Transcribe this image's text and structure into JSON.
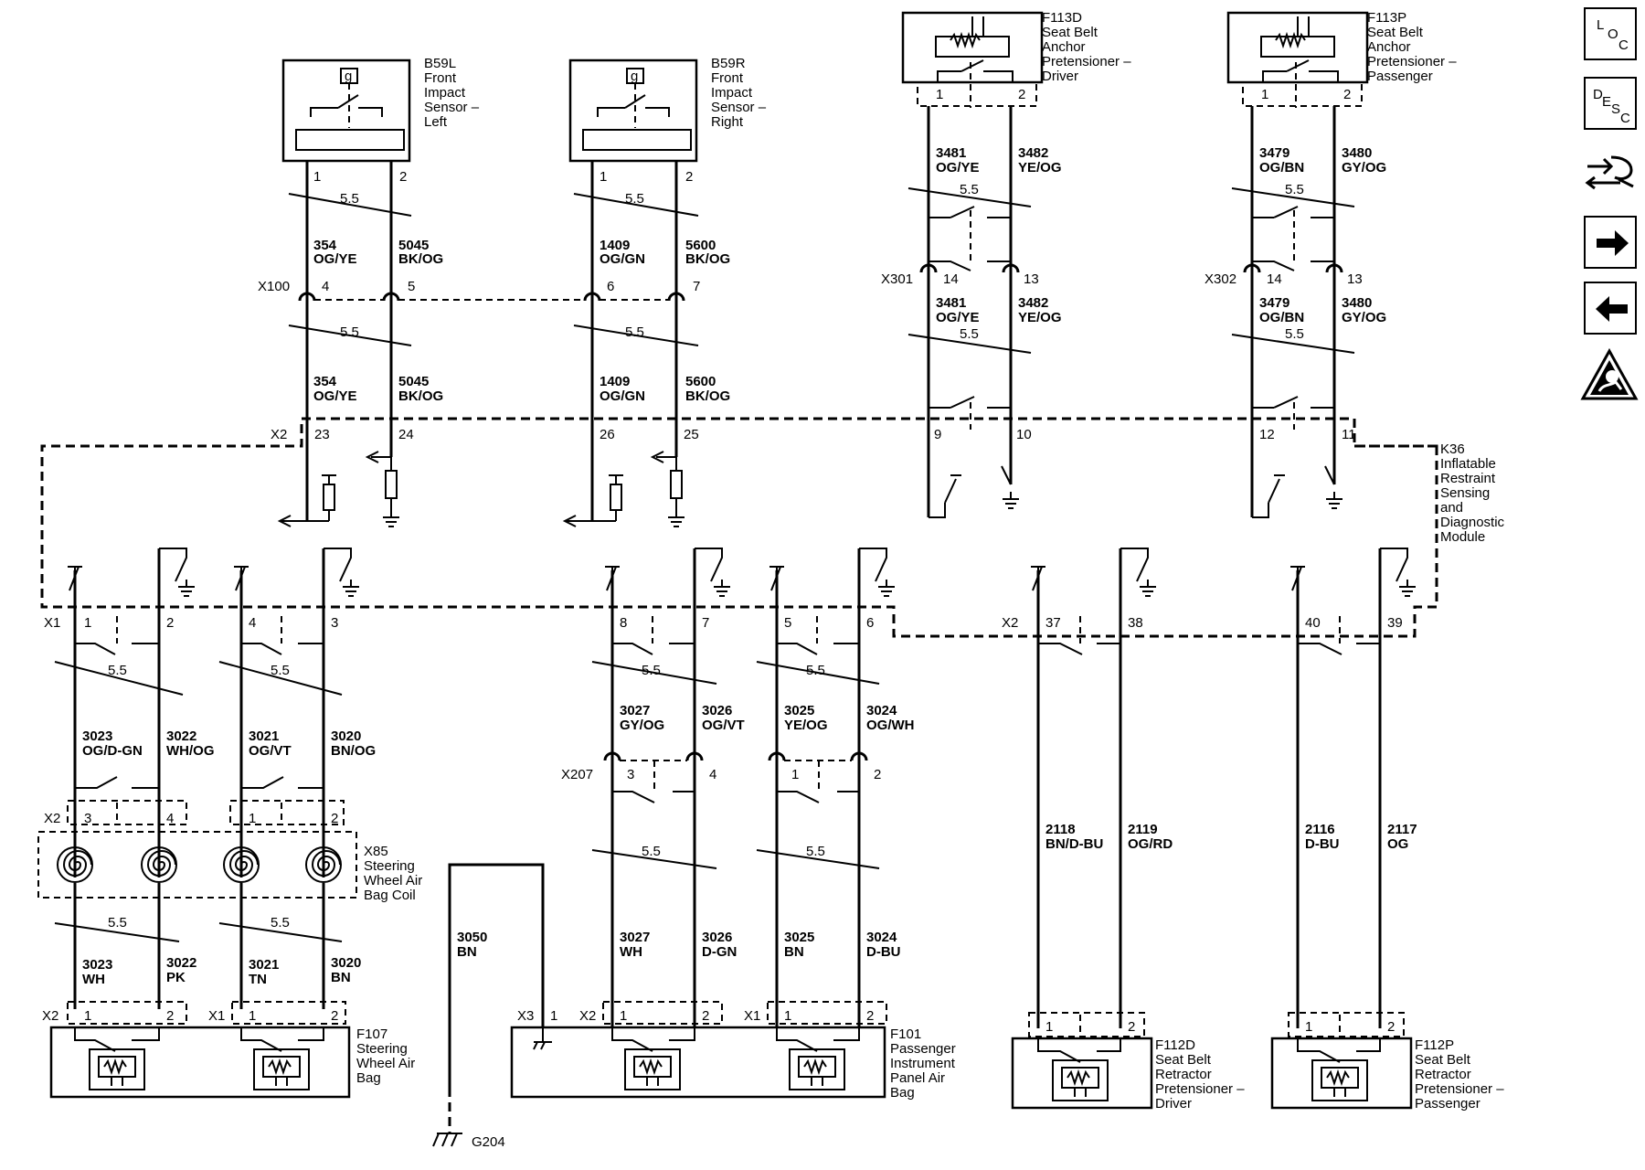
{
  "components": {
    "b59l": {
      "id": "B59L",
      "name": [
        "Front",
        "Impact",
        "Sensor –",
        "Left"
      ],
      "pins": [
        "1",
        "2"
      ]
    },
    "b59r": {
      "id": "B59R",
      "name": [
        "Front",
        "Impact",
        "Sensor –",
        "Right"
      ],
      "pins": [
        "1",
        "2"
      ]
    },
    "f113d": {
      "id": "F113D",
      "name": [
        "Seat Belt",
        "Anchor",
        "Pretensioner –",
        "Driver"
      ],
      "pins": [
        "1",
        "2"
      ]
    },
    "f113p": {
      "id": "F113P",
      "name": [
        "Seat Belt",
        "Anchor",
        "Pretensioner –",
        "Passenger"
      ],
      "pins": [
        "1",
        "2"
      ]
    },
    "k36": {
      "id": "K36",
      "name": [
        "Inflatable",
        "Restraint",
        "Sensing",
        "and",
        "Diagnostic",
        "Module"
      ]
    },
    "x85": {
      "id": "X85",
      "name": [
        "Steering",
        "Wheel Air",
        "Bag Coil"
      ]
    },
    "f107": {
      "id": "F107",
      "name": [
        "Steering",
        "Wheel Air",
        "Bag"
      ]
    },
    "f101": {
      "id": "F101",
      "name": [
        "Passenger",
        "Instrument",
        "Panel Air",
        "Bag"
      ]
    },
    "f112d": {
      "id": "F112D",
      "name": [
        "Seat Belt",
        "Retractor",
        "Pretensioner –",
        "Driver"
      ],
      "pins": [
        "1",
        "2"
      ]
    },
    "f112p": {
      "id": "F112P",
      "name": [
        "Seat Belt",
        "Retractor",
        "Pretensioner –",
        "Passenger"
      ],
      "pins": [
        "1",
        "2"
      ]
    },
    "g204": {
      "id": "G204"
    },
    "sensor_glyph": "g"
  },
  "connectors": {
    "x100": {
      "id": "X100",
      "pins": [
        "4",
        "5",
        "6",
        "7"
      ]
    },
    "x301": {
      "id": "X301",
      "pins": [
        "14",
        "13"
      ]
    },
    "x302": {
      "id": "X302",
      "pins": [
        "14",
        "13"
      ]
    },
    "k36_x2_top": {
      "id": "X2",
      "pins": [
        "23",
        "24",
        "26",
        "25",
        "9",
        "10",
        "12",
        "11"
      ]
    },
    "k36_x1": {
      "id": "X1",
      "pins": [
        "1",
        "2",
        "4",
        "3",
        "8",
        "7",
        "5",
        "6"
      ]
    },
    "k36_x2_bottom": {
      "id": "X2",
      "pins": [
        "37",
        "38",
        "40",
        "39"
      ]
    },
    "x207": {
      "id": "X207",
      "pins": [
        "3",
        "4",
        "1",
        "2"
      ]
    },
    "x85_x2": {
      "id": "X2",
      "pins": [
        "3",
        "4",
        "1",
        "2"
      ]
    },
    "f107_conn": {
      "ids": [
        "X2",
        "X1"
      ],
      "pins": [
        "1",
        "2",
        "1",
        "2"
      ]
    },
    "f101_conn": {
      "ids": [
        "X3",
        "X2",
        "X1"
      ],
      "pins": [
        "1",
        "1",
        "2",
        "1",
        "2"
      ]
    }
  },
  "wire_size": "5.5",
  "wires": {
    "b59l_upper": [
      {
        "circuit": "354",
        "color": "OG/YE"
      },
      {
        "circuit": "5045",
        "color": "BK/OG"
      }
    ],
    "b59r_upper": [
      {
        "circuit": "1409",
        "color": "OG/GN"
      },
      {
        "circuit": "5600",
        "color": "BK/OG"
      }
    ],
    "f113d_upper": [
      {
        "circuit": "3481",
        "color": "OG/YE"
      },
      {
        "circuit": "3482",
        "color": "YE/OG"
      }
    ],
    "f113p_upper": [
      {
        "circuit": "3479",
        "color": "OG/BN"
      },
      {
        "circuit": "3480",
        "color": "GY/OG"
      }
    ],
    "x85_upper": [
      {
        "circuit": "3023",
        "color": "OG/D-GN"
      },
      {
        "circuit": "3022",
        "color": "WH/OG"
      },
      {
        "circuit": "3021",
        "color": "OG/VT"
      },
      {
        "circuit": "3020",
        "color": "BN/OG"
      }
    ],
    "x207_upper": [
      {
        "circuit": "3027",
        "color": "GY/OG"
      },
      {
        "circuit": "3026",
        "color": "OG/VT"
      },
      {
        "circuit": "3025",
        "color": "YE/OG"
      },
      {
        "circuit": "3024",
        "color": "OG/WH"
      }
    ],
    "f107_lower": [
      {
        "circuit": "3023",
        "color": "WH"
      },
      {
        "circuit": "3022",
        "color": "PK"
      },
      {
        "circuit": "3021",
        "color": "TN"
      },
      {
        "circuit": "3020",
        "color": "BN"
      }
    ],
    "f101_lower": [
      {
        "circuit": "3027",
        "color": "WH"
      },
      {
        "circuit": "3026",
        "color": "D-GN"
      },
      {
        "circuit": "3025",
        "color": "BN"
      },
      {
        "circuit": "3024",
        "color": "D-BU"
      }
    ],
    "ground": {
      "circuit": "3050",
      "color": "BN"
    },
    "f112d": [
      {
        "circuit": "2118",
        "color": "BN/D-BU"
      },
      {
        "circuit": "2119",
        "color": "OG/RD"
      }
    ],
    "f112p": [
      {
        "circuit": "2116",
        "color": "D-BU"
      },
      {
        "circuit": "2117",
        "color": "OG"
      }
    ]
  },
  "nav": {
    "loc": {
      "icon": "location-icon",
      "letters": [
        "L",
        "O",
        "C"
      ]
    },
    "desc": {
      "icon": "description-icon",
      "letters": [
        "D",
        "E",
        "S",
        "C"
      ]
    },
    "connector": {
      "icon": "connector-info-icon"
    },
    "next": {
      "icon": "arrow-right-icon"
    },
    "prev": {
      "icon": "arrow-left-icon"
    },
    "warning": {
      "icon": "esd-warning-icon"
    }
  }
}
